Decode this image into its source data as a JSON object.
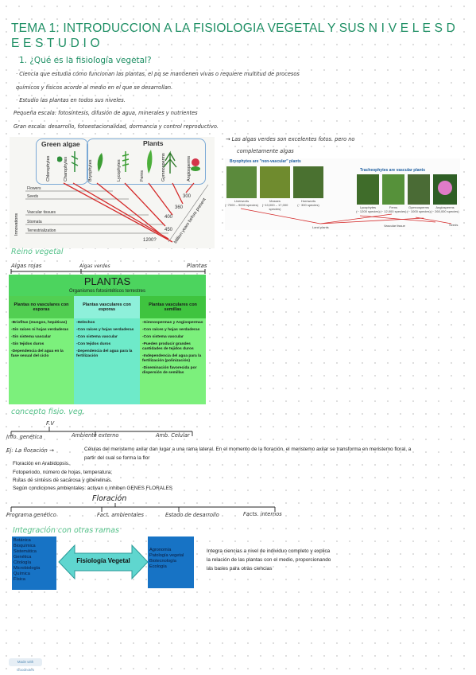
{
  "title": "TEMA 1: INTRODUCCION A LA FISIOLOGIA VEGETAL Y SUS N I V E L E S D E E S T U D I O",
  "section1": {
    "heading": "1.  ¿Qué es la fisiología vegetal?",
    "line1": "· Ciencia que estudia cómo funcionan las plantas, el pq se mantienen vivas o requiere multitud de procesos",
    "line2": "químicos y físicos acorde al medio en el que se desarrollan.",
    "line3": "· Estudio las plantas en todos sus niveles.",
    "line4": "Pequeña escala: fotosíntesis, difusión de agua, minerales y nutrientes",
    "line5": "Gran escala: desarrollo, fotoestacionalidad, dormancia y control reproductivo.",
    "algae_note1": "→ Las algas verdes son excelentes fotos. pero no",
    "algae_note2": "completamente algas"
  },
  "phylo": {
    "green_algae": "Green algae",
    "plants": "Plants",
    "taxa": [
      "Chlorophytes",
      "Charophytes",
      "Bryophytes",
      "Lycophytes",
      "Ferns",
      "Gymnosperms",
      "Angiosperms"
    ],
    "traits": [
      "Flowers",
      "Seeds",
      "Vascular tissues",
      "Stomata",
      "Terrestrialization"
    ],
    "innovations": "Innovations",
    "times": [
      "300",
      "360",
      "400",
      "450",
      "1200?"
    ],
    "axis": "Million years before present"
  },
  "bryo": {
    "left_title": "Bryophytes are \"non-vascular\" plants",
    "right_title": "Tracheophytes are vascular plants",
    "left_items": [
      {
        "name": "Liverworts",
        "count": "(~7000 – 9000 species)"
      },
      {
        "name": "Mosses",
        "count": "(~10,000 – 17,000 species)"
      },
      {
        "name": "Hornworts",
        "count": "(~ 300 species)"
      }
    ],
    "right_items": [
      {
        "name": "Lycophytes",
        "count": "(~ 1200 species)"
      },
      {
        "name": "Ferns",
        "count": "(~ 12,000 species)"
      },
      {
        "name": "Gymnosperms",
        "count": "(~ 1000 species)"
      },
      {
        "name": "Angiosperms",
        "count": "(~ 260,000 species)"
      }
    ],
    "land_plants": "Land plants",
    "vascular_tissue": "Vascular tissue",
    "seeds": "Seeds"
  },
  "reino": {
    "heading": "Reino vegetal",
    "left": "Algas rojas",
    "mid": "Algas verdes",
    "right": "Plantas"
  },
  "plantas_table": {
    "title": "PLANTAS",
    "subtitle": "Organismos fotosintéticos terrestres",
    "columns": [
      {
        "head": "Plantas no vasculares con esporas",
        "items": [
          "-Briofitas (musgos, hepáticas)",
          "-Sin raíces ni hojas verdaderas",
          "-Sin sistema vascular",
          "-Sin tejidos duros",
          "-Dependencia del agua en la fase sexual del ciclo"
        ]
      },
      {
        "head": "Plantas vasculares con esporas",
        "items": [
          "-Helechos",
          "-Con raíces y hojas verdaderas",
          "-Con sistema vascular",
          "-Con tejidos duros",
          "-Dependencia del agua para la fertilización"
        ]
      },
      {
        "head": "Plantas vasculares con semillas",
        "items": [
          "-Gimnospermas y Angiospermas",
          "-Con raíces y hojas verdaderas",
          "-Con sistema vascular",
          "-Pueden producir grandes cantidades de tejidos duros",
          "-Independencia del agua para la fertilización (polinización)",
          "-Diseminación favorecida por dispersión de semillas"
        ]
      }
    ]
  },
  "concepto": {
    "heading": "concepto fisio. veg.",
    "fv": "F.V",
    "a": "Info. genética",
    "b": "Ambiente externo",
    "c": "Amb. Celular",
    "ej": "Ej: La floración →",
    "ej_text1": "Células del meristemo axilar dan lugar a una rama lateral. En el momento de la floración, el meristemo axilar se transforma en meristemo floral, a",
    "ej_text2": "partir del cual se forma la flor",
    "list": [
      "Floración en Arabidopsis.",
      "Fotoperiodo, número de hojas, temperatura;",
      "Rutas de síntesis de sacarosa y giberelinas.",
      "Según condiciones ambientales: activan o inhiben GENES FLORALES"
    ]
  },
  "floracion": {
    "heading": "Floración",
    "a": "Programa genético",
    "b": "Fact. ambientales",
    "c": "Estado de desarrollo",
    "d": "Facts. internos"
  },
  "integracion": {
    "heading": "Integración con otras ramas",
    "left": [
      "Botánica",
      "Bioquímica",
      "Sistemática",
      "Genética",
      "Citología",
      "Microbiología",
      "Química",
      "Física"
    ],
    "center": "Fisiología Vegetal",
    "right": [
      "Agronomía",
      "Patología vegetal",
      "Biotecnología",
      "Ecología"
    ],
    "note1": "Integra ciencias a nivel de individuo completo y explica",
    "note2": "la relación de las plantas con el medio, proporcionando",
    "note3": "las bases para otras ciencias"
  },
  "watermark": "Made with Goodnotes",
  "colors": {
    "title_green": "#1e8f64",
    "light_green_head": "#53c088",
    "table_green": "#4cd45e",
    "table_light": "#7cf07c",
    "table_cyan": "#6eeac9",
    "blue_box": "#1773c5",
    "arrow_cyan": "#5fd6cf"
  }
}
